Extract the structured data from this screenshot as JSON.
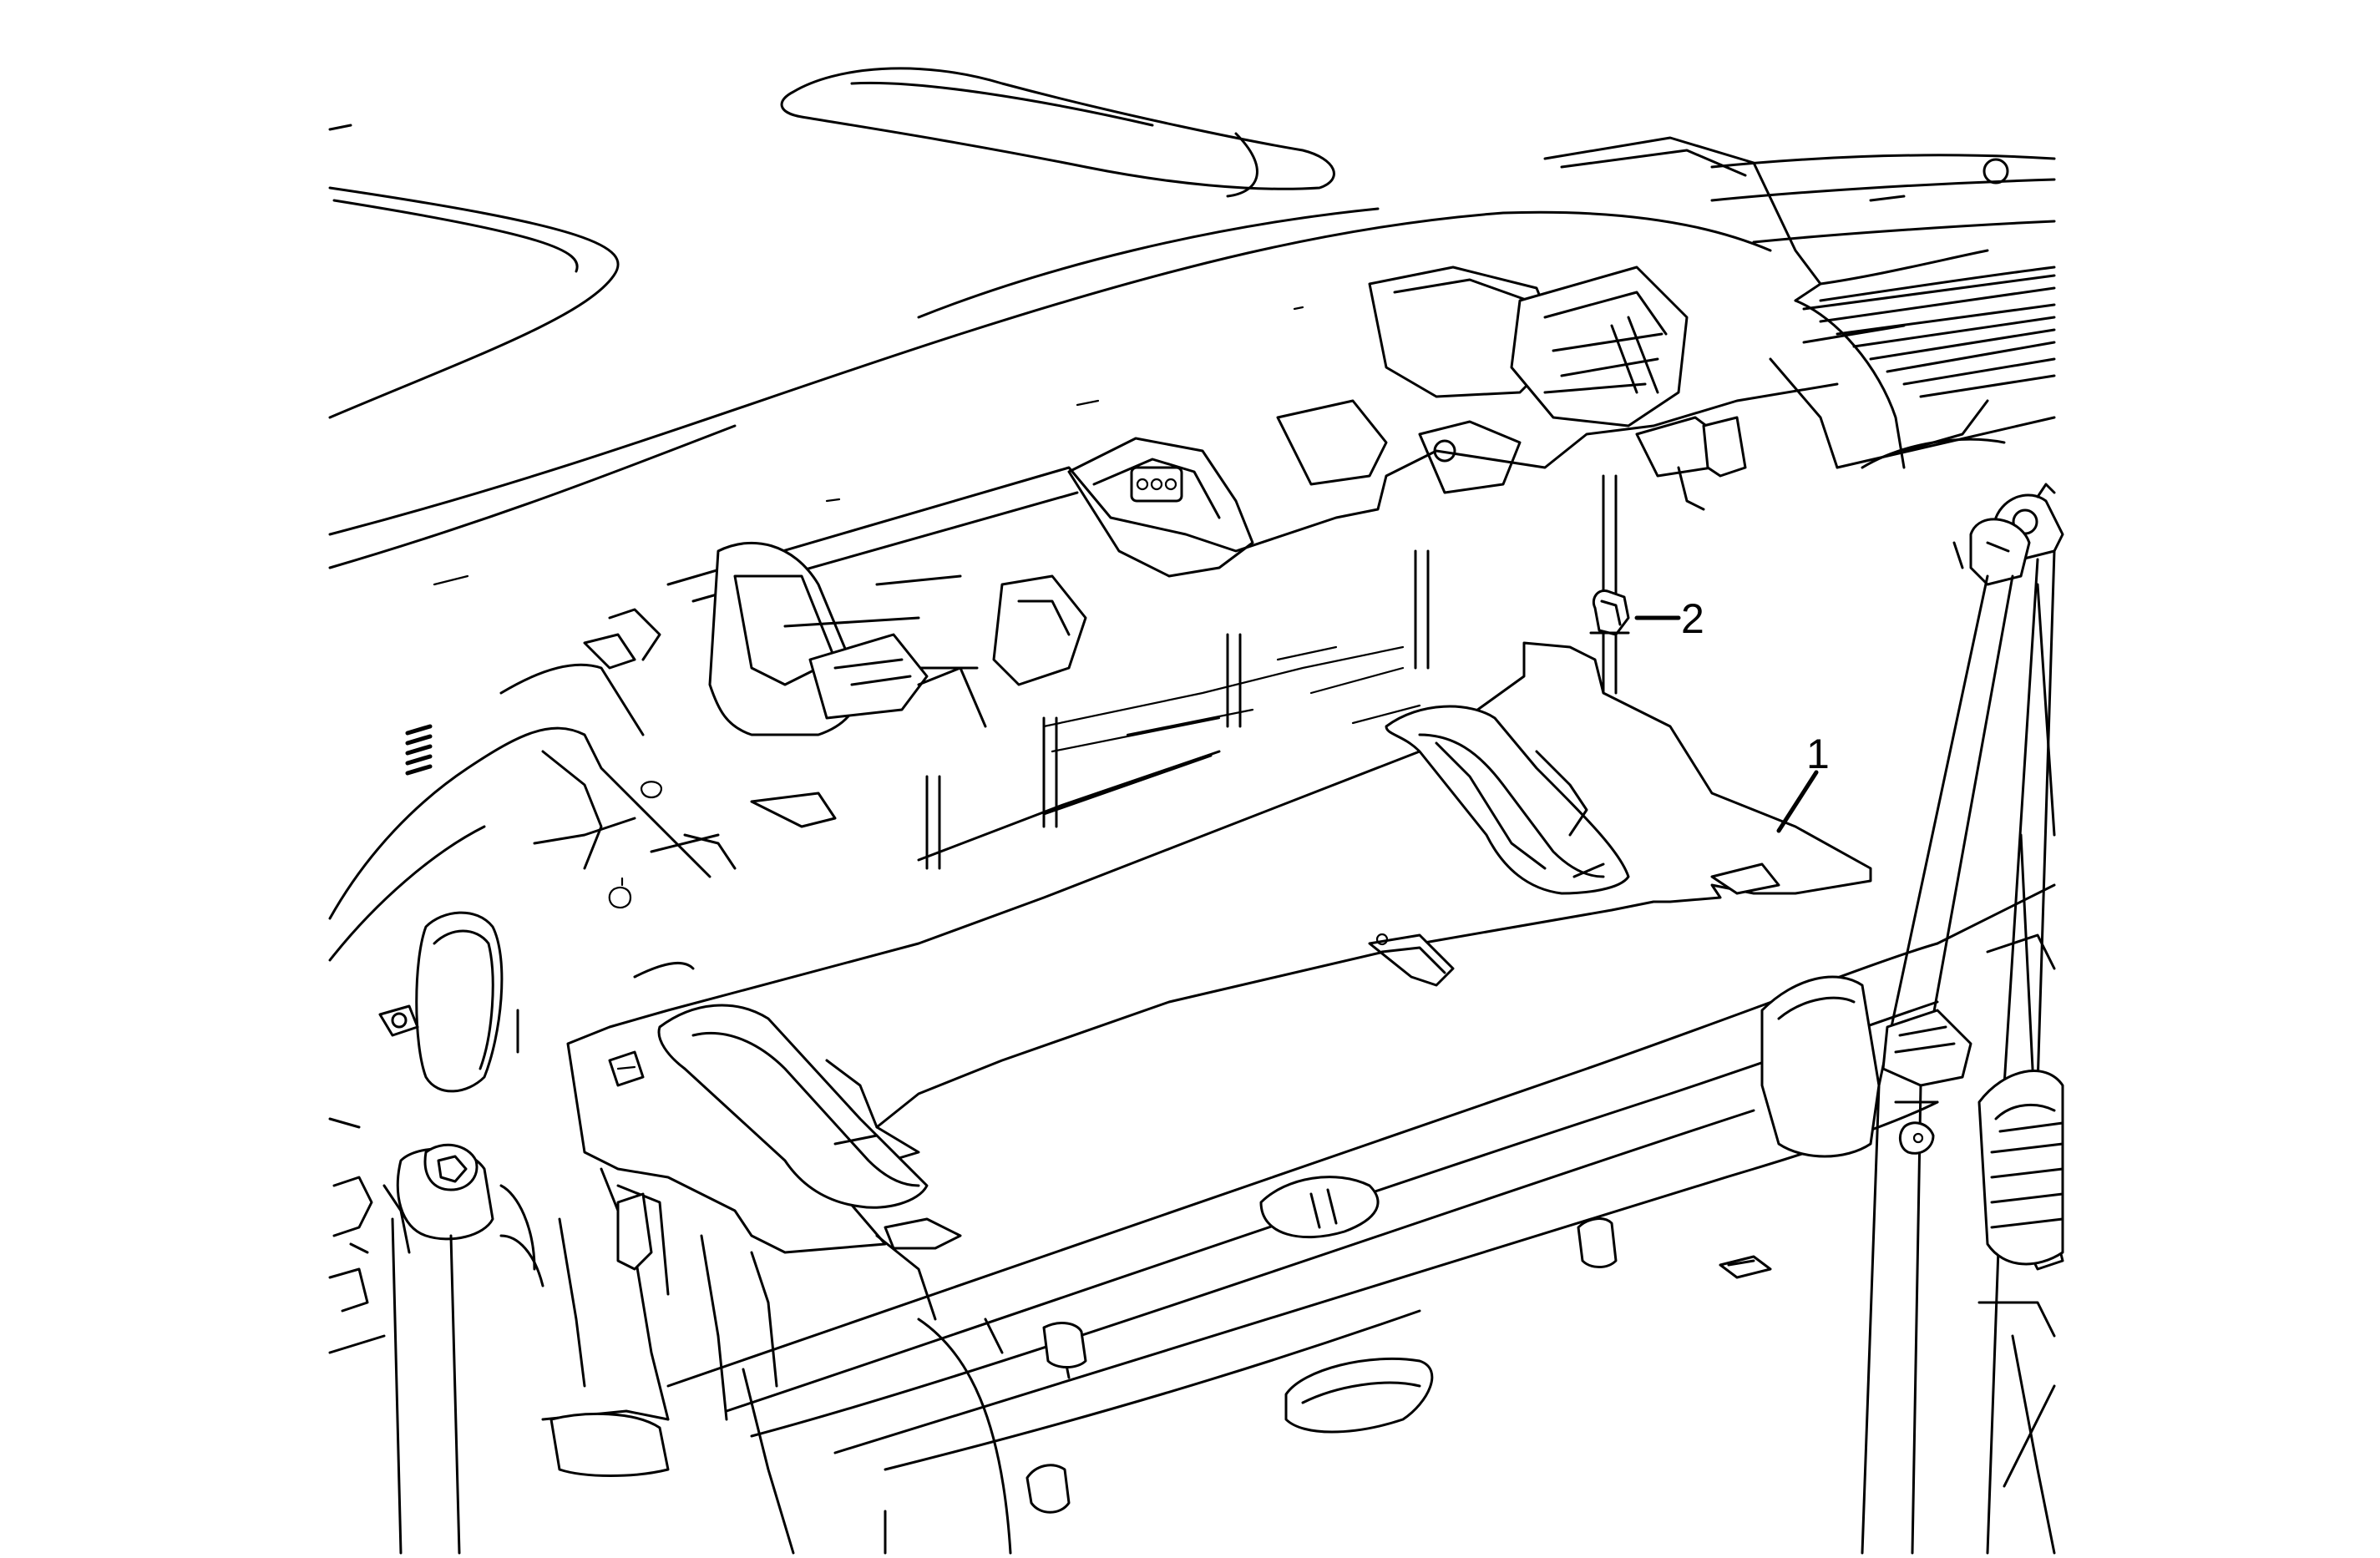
{
  "callouts": [
    {
      "id": "callout-1",
      "number": "1"
    },
    {
      "id": "callout-2",
      "number": "2"
    }
  ],
  "colors": {
    "line": "#000000",
    "background": "#ffffff"
  }
}
